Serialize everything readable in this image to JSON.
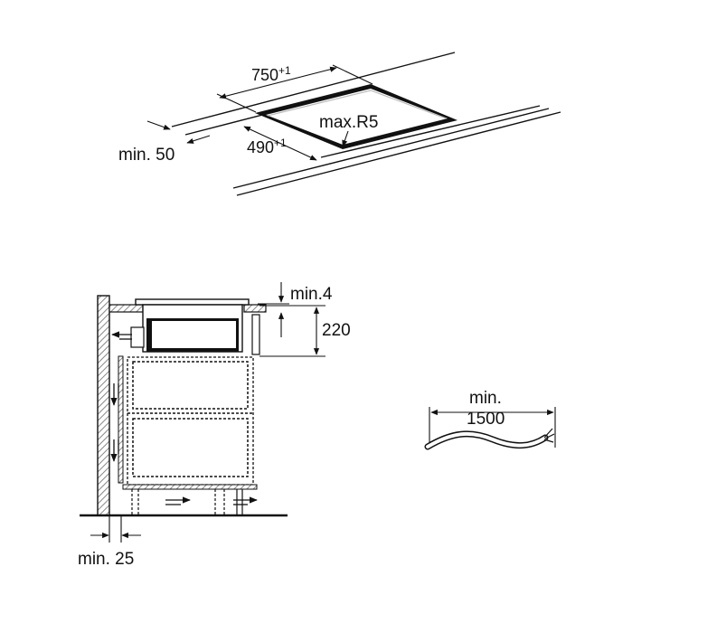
{
  "top_view": {
    "width_value": "750",
    "width_tolerance": "+1",
    "depth_value": "490",
    "depth_tolerance": "+1",
    "edge_distance": "min. 50",
    "corner_radius": "max.R5"
  },
  "section_view": {
    "clearance": "min.4",
    "depth": "220",
    "wall_gap": "min. 25"
  },
  "cable": {
    "length_line1": "min.",
    "length_line2": "1500"
  },
  "colors": {
    "line": "#111111",
    "wall_hatch": "#999999",
    "cutout": "#111111",
    "background": "#ffffff"
  },
  "icons": [
    "airflow-arrow-icon",
    "dimension-arrow-icon",
    "cable-icon"
  ]
}
